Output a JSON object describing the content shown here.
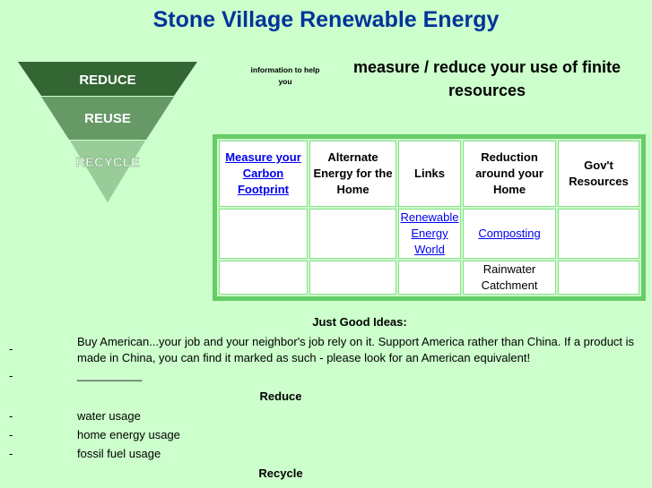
{
  "title": "Stone Village Renewable Energy",
  "pyramid": [
    "REDUCE",
    "REUSE",
    "RECYCLE"
  ],
  "info": "information to help you",
  "headline": "measure / reduce your use of finite resources",
  "table": {
    "headers": [
      "Measure your Carbon Footprint",
      "Alternate Energy for the Home",
      "Links",
      "Reduction around your Home",
      "Gov't Resources"
    ],
    "row2": [
      "",
      "",
      "Renewable Energy World",
      "Composting",
      ""
    ],
    "row3": [
      "",
      "",
      "",
      "Rainwater Catchment",
      ""
    ]
  },
  "ideas": {
    "heading": "Just Good Ideas:",
    "items": [
      "Buy American...your job and your neighbor's job rely on it. Support America rather than China. If a product is made in China, you can find it marked as such - please look for an American equivalent!",
      "__________"
    ]
  },
  "reduce": {
    "heading": "Reduce",
    "items": [
      "water usage",
      "home energy usage",
      "fossil fuel usage"
    ]
  },
  "recycle": {
    "heading": "Recycle"
  },
  "dash": "-"
}
